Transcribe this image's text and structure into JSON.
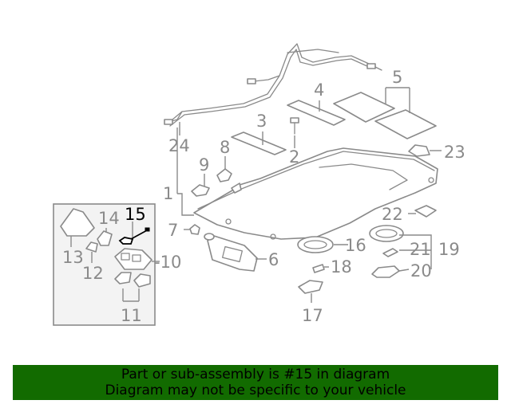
{
  "diagram": {
    "callouts": {
      "c1": "1",
      "c2": "2",
      "c3": "3",
      "c4": "4",
      "c5": "5",
      "c6": "6",
      "c7": "7",
      "c8": "8",
      "c9": "9",
      "c10": "-10",
      "c11": "11",
      "c12": "12",
      "c13": "13",
      "c14": "14",
      "c15": "15",
      "c16": "16",
      "c17": "17",
      "c18": "18",
      "c19": "19",
      "c20": "20",
      "c21": "21",
      "c22": "22",
      "c23": "23",
      "c24": "24"
    },
    "highlighted_part": "15",
    "colors": {
      "part_line": "#8a8a8a",
      "highlight": "#000000",
      "banner_bg": "#126b00",
      "inset_bg": "#f3f3f3"
    }
  },
  "banner": {
    "line1": "Part or sub-assembly is #15 in diagram",
    "line2": "Diagram may not be specific to your vehicle"
  }
}
